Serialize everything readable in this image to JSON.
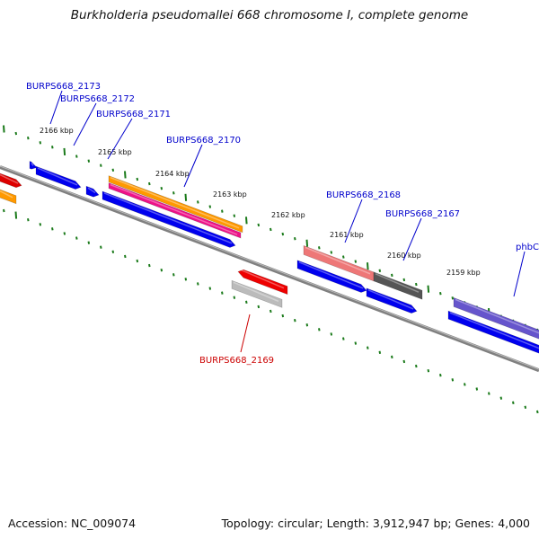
{
  "title": "Burkholderia pseudomallei 668 chromosome I, complete genome",
  "accession": "Accession: NC_009074",
  "topology": "Topology: circular; Length: 3,912,947 bp; Genes: 4,000",
  "colors": {
    "backbone": "#808080",
    "tick": "#1a7a1a",
    "label_forward": "#0000cc",
    "label_reverse": "#cc0000"
  },
  "ticks": [
    {
      "label": "2166 kbp"
    },
    {
      "label": "2165 kbp"
    },
    {
      "label": "2164 kbp"
    },
    {
      "label": "2163 kbp"
    },
    {
      "label": "2162 kbp"
    },
    {
      "label": "2161 kbp"
    },
    {
      "label": "2160 kbp"
    },
    {
      "label": "2159 kbp"
    }
  ],
  "gene_labels": [
    {
      "text": "BURPS668_2173",
      "strand": "forward"
    },
    {
      "text": "BURPS668_2172",
      "strand": "forward"
    },
    {
      "text": "BURPS668_2171",
      "strand": "forward"
    },
    {
      "text": "BURPS668_2170",
      "strand": "forward"
    },
    {
      "text": "BURPS668_2168",
      "strand": "forward"
    },
    {
      "text": "BURPS668_2167",
      "strand": "forward"
    },
    {
      "text": "phbC",
      "strand": "forward"
    },
    {
      "text": "BURPS668_2169",
      "strand": "reverse"
    }
  ]
}
